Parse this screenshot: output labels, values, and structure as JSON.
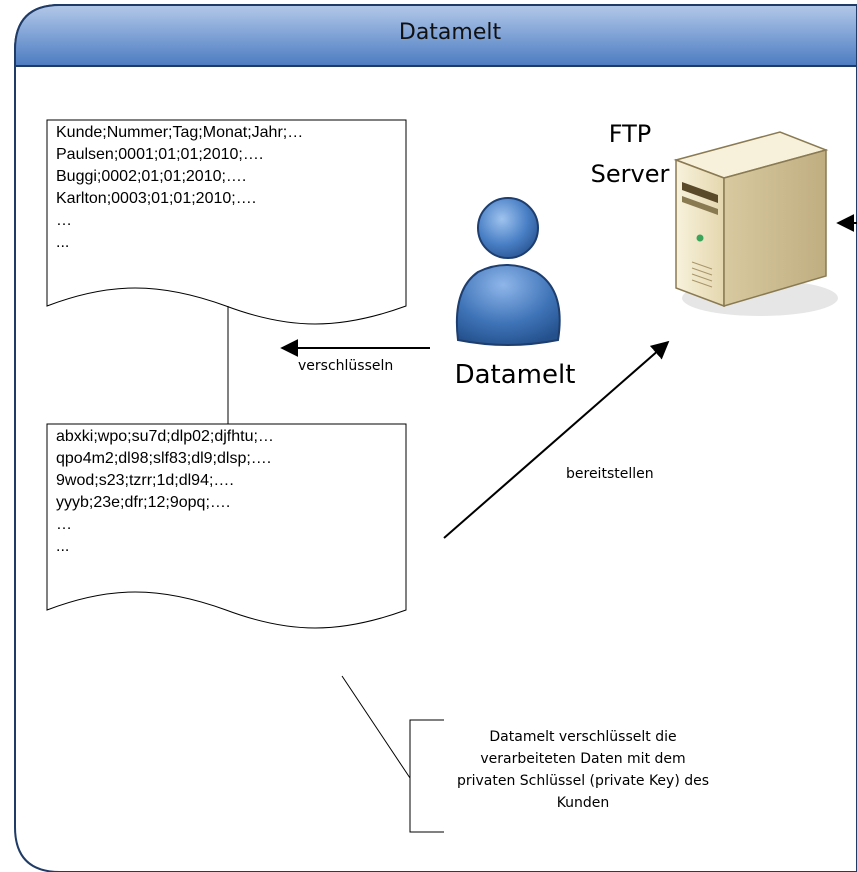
{
  "title": "Datamelt",
  "plain_document": {
    "lines": [
      "Kunde;Nummer;Tag;Monat;Jahr;…",
      "Paulsen;0001;01;01;2010;….",
      "Buggi;0002;01;01;2010;….",
      "Karlton;0003;01;01;2010;….",
      "…",
      "..."
    ]
  },
  "encrypted_document": {
    "lines": [
      "abxki;wpo;su7d;dlp02;djfhtu;…",
      "qpo4m2;dl98;slf83;dl9;dlsp;….",
      "9wod;s23;tzrr;1d;dl94;….",
      "yyyb;23e;dfr;12;9opq;….",
      "…",
      "..."
    ]
  },
  "person": {
    "label": "Datamelt"
  },
  "server": {
    "label_line1": "FTP",
    "label_line2": "Server"
  },
  "arrows": {
    "encrypt": "verschlüsseln",
    "provide": "bereitstellen"
  },
  "note": {
    "lines": [
      "Datamelt verschlüsselt die",
      "verarbeiteten Daten  mit dem",
      "privaten Schlüssel (private Key) des",
      "Kunden"
    ]
  },
  "colors": {
    "header_top": "#9ab4dc",
    "header_bottom": "#4f7fc0",
    "frame_border": "#1f3b66",
    "person_blue": "#3f74b8",
    "server_beige": "#efe6c6"
  }
}
